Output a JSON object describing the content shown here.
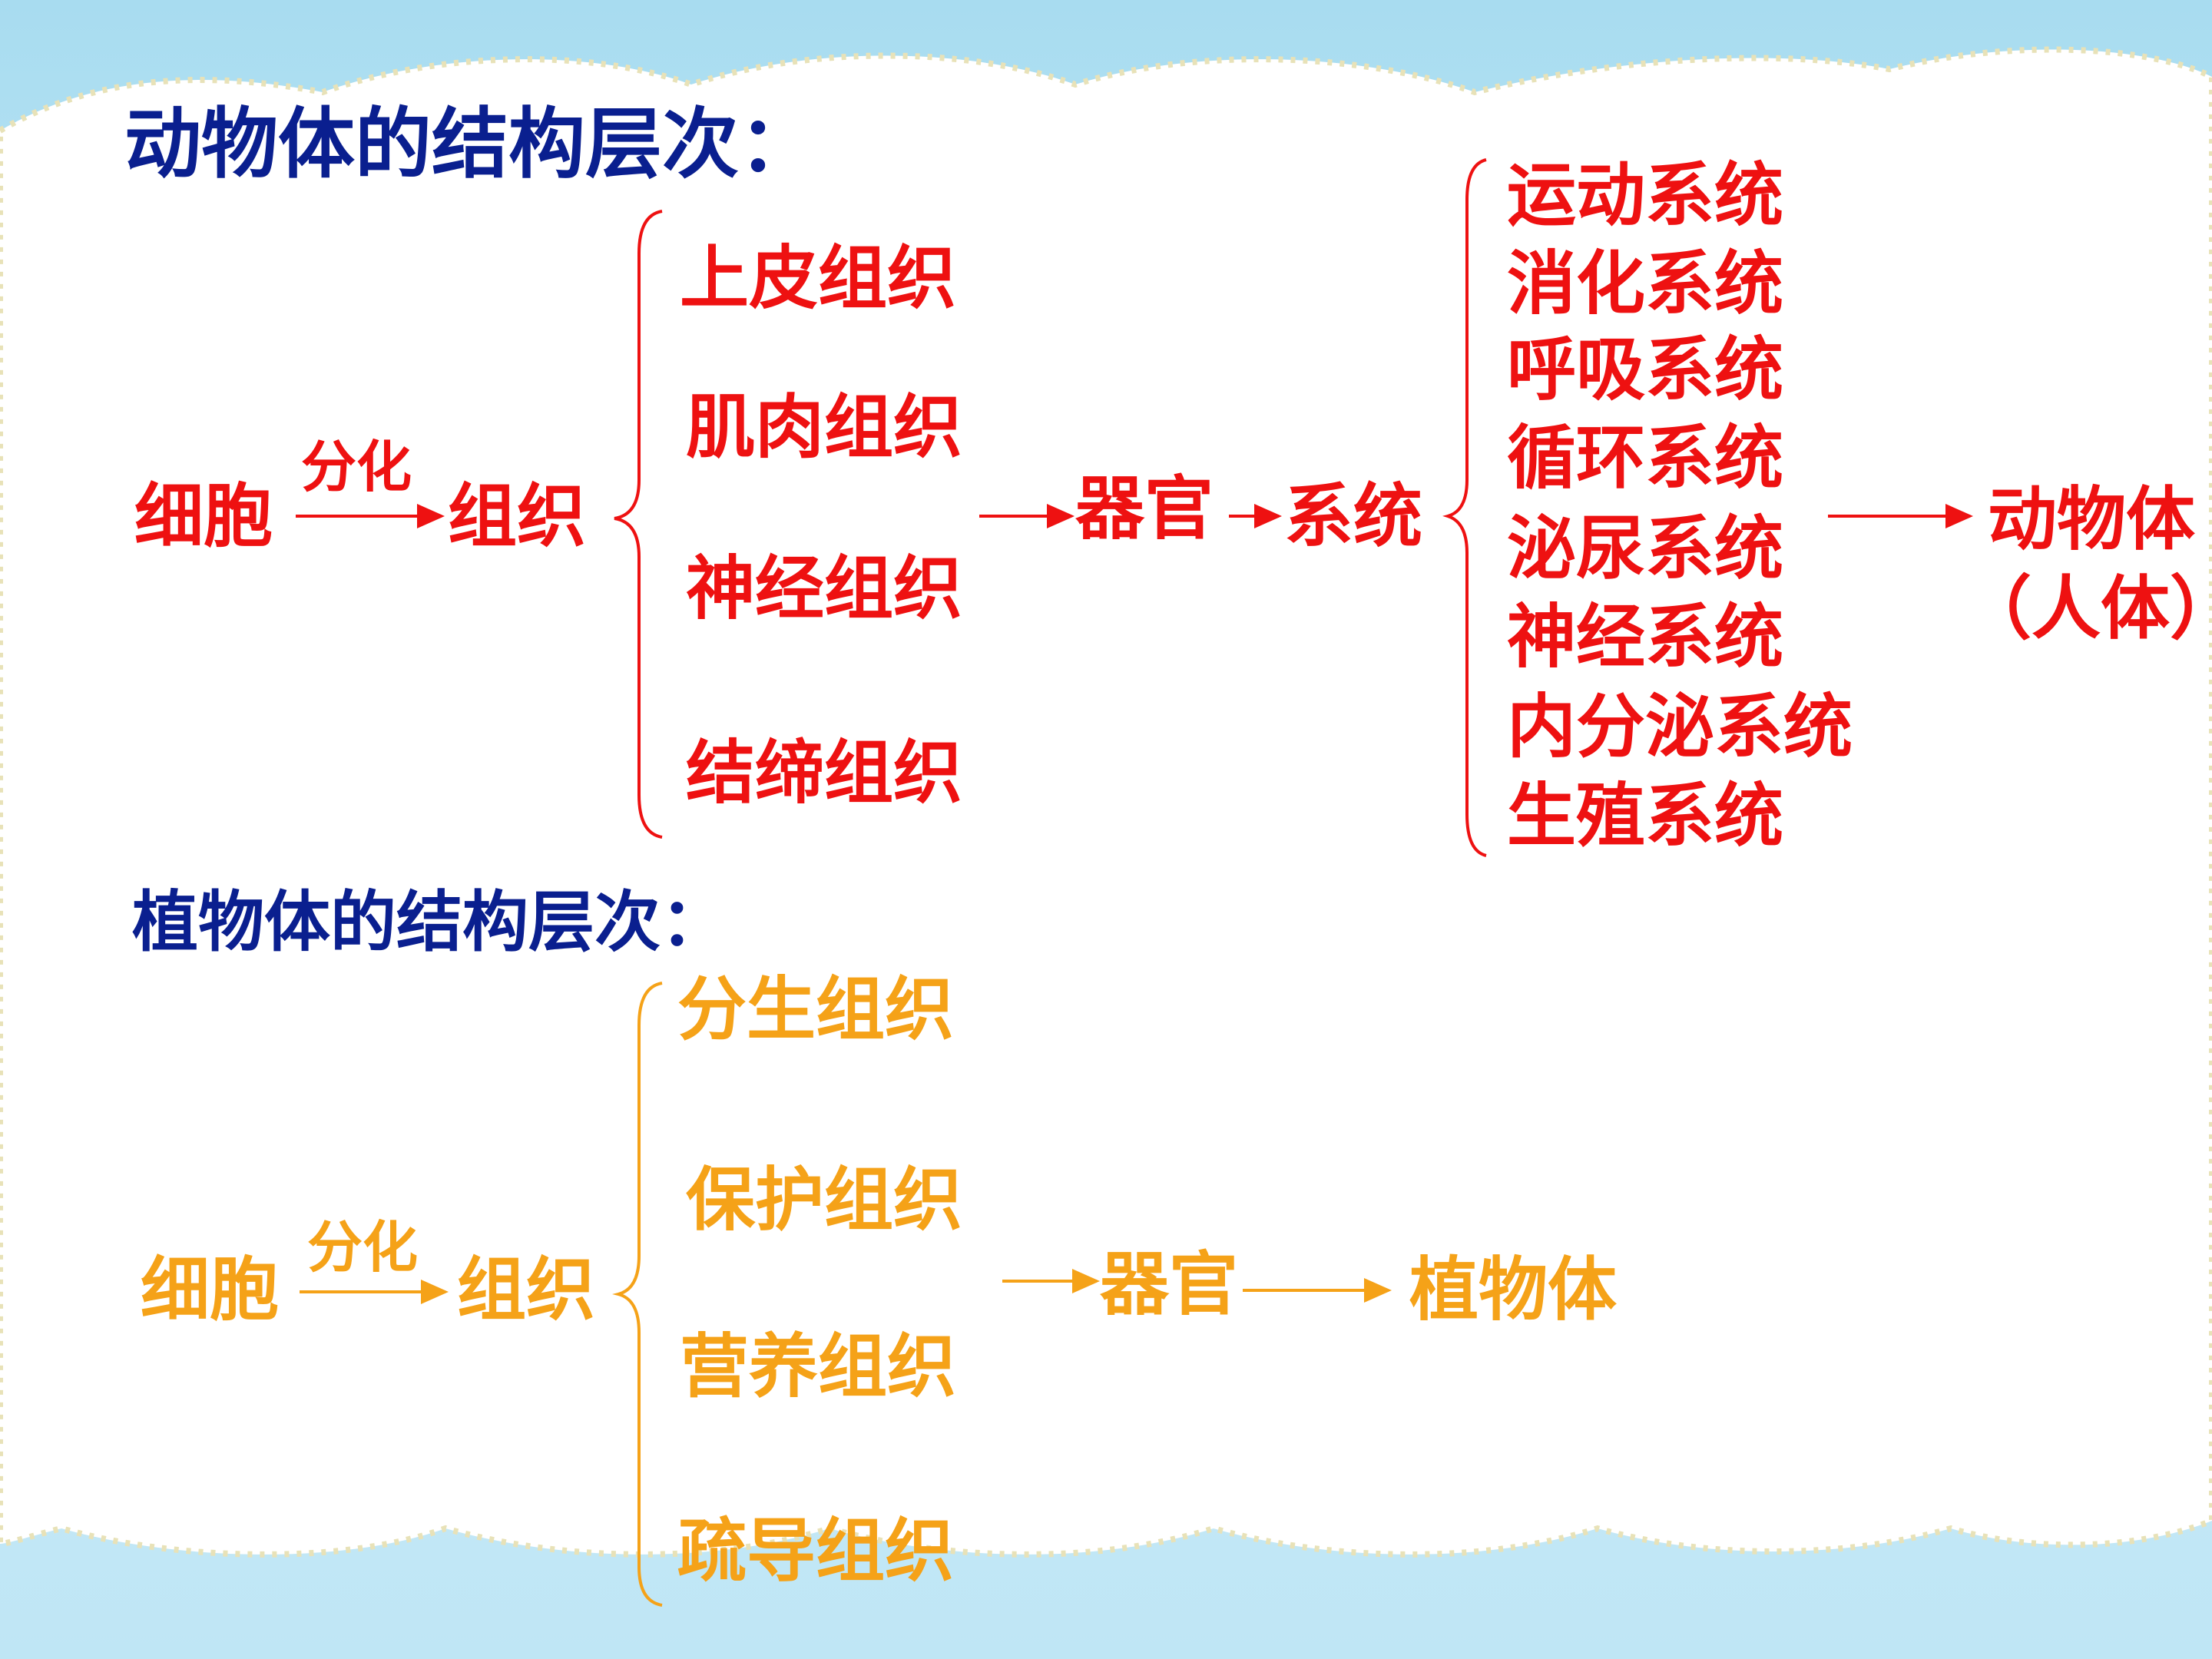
{
  "colors": {
    "title": "#0a1f8f",
    "animal": "#ee1111",
    "plant": "#f5a218",
    "sky": "#bfe6f5",
    "cloud_border": "#e8e2b8"
  },
  "animal": {
    "title": "动物体的结构层次：",
    "cell": "细胞",
    "differentiation": "分化",
    "tissue": "组织",
    "tissues": [
      "上皮组织",
      "肌肉组织",
      "神经组织",
      "结缔组织"
    ],
    "organ": "器官",
    "system": "系统",
    "systems": [
      "运动系统",
      "消化系统",
      "呼吸系统",
      "循环系统",
      "泌尿系统",
      "神经系统",
      "内分泌系统",
      "生殖系统"
    ],
    "body": "动物体",
    "body_note": "（人体）"
  },
  "plant": {
    "title": "植物体的结构层次：",
    "cell": "细胞",
    "differentiation": "分化",
    "tissue": "组织",
    "tissues": [
      "分生组织",
      "保护组织",
      "营养组织",
      "疏导组织"
    ],
    "organ": "器官",
    "body": "植物体"
  }
}
